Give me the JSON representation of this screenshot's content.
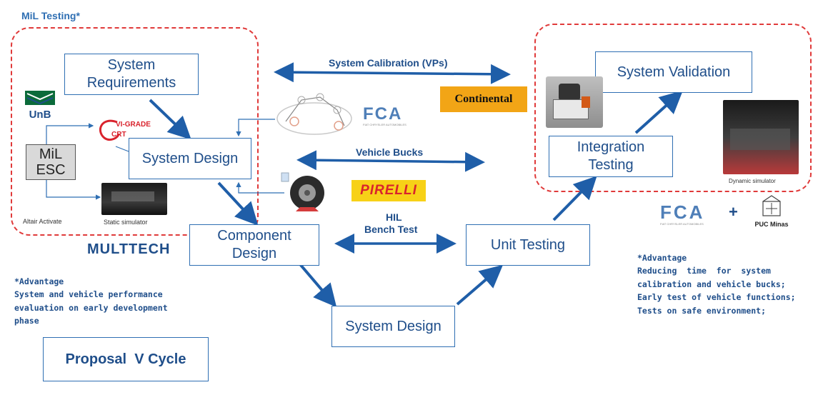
{
  "mil_label": "MiL Testing*",
  "boxes": {
    "system_requirements": "System Requirements",
    "system_design_top": "System Design",
    "component_design": "Component Design",
    "system_design_bottom": "System Design",
    "unit_testing": "Unit Testing",
    "integration_testing": "Integration Testing",
    "system_validation": "System Validation",
    "proposal": "Proposal  V Cycle"
  },
  "mil_esc": [
    "MiL",
    "ESC"
  ],
  "arrows": {
    "system_calibration": "System Calibration (VPs)",
    "vehicle_bucks": "Vehicle Bucks",
    "hil": "HIL",
    "bench_test": "Bench Test"
  },
  "logos": {
    "unb": "UnB",
    "vigrade": "VI-GRADE",
    "crt": "CRT",
    "fca": "FCA",
    "fca_sub": "FIAT CHRYSLER AUTOMOBILES",
    "continental": "Continental",
    "pirelli": "PIRELLI",
    "multitech": "MULTTECH",
    "plus": "+",
    "puc": "PUC Minas"
  },
  "captions": {
    "altair": "Altair Activate",
    "static_sim": "Static simulator",
    "dynamic_sim": "Dynamic simulator"
  },
  "left_note": {
    "line1": "*Advantage",
    "line2": "System and vehicle performance",
    "line3": "evaluation on early development",
    "line4": "phase"
  },
  "right_note": {
    "line1": "*Advantage",
    "line2": "Reducing  time  for  system",
    "line3": "calibration and vehicle bucks;",
    "line4": "Early test of vehicle functions;",
    "line5": "Tests on safe environment;"
  },
  "colors": {
    "blue": "#2f6fb3",
    "dark_blue": "#1f4e8a",
    "red_dash": "#e03a3a",
    "continental_bg": "#f2a516",
    "pirelli_bg": "#f7d117"
  }
}
